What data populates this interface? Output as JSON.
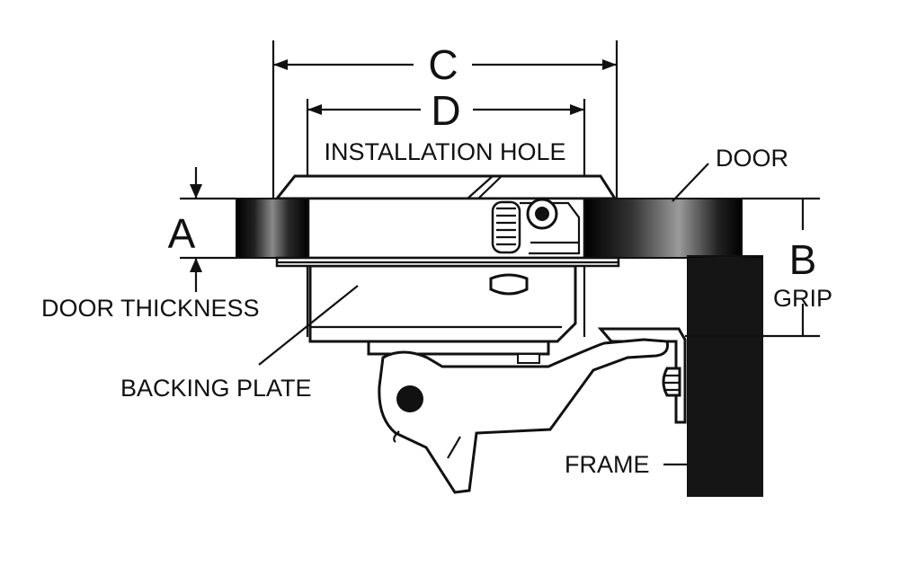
{
  "labels": {
    "dim_c": "C",
    "dim_d": "D",
    "installation_hole": "INSTALLATION HOLE",
    "door": "DOOR",
    "dim_a": "A",
    "door_thickness": "DOOR THICKNESS",
    "dim_b": "B",
    "grip": "GRIP",
    "backing_plate": "BACKING PLATE",
    "frame": "FRAME"
  },
  "colors": {
    "ink": "#111111",
    "paper": "#ffffff"
  }
}
